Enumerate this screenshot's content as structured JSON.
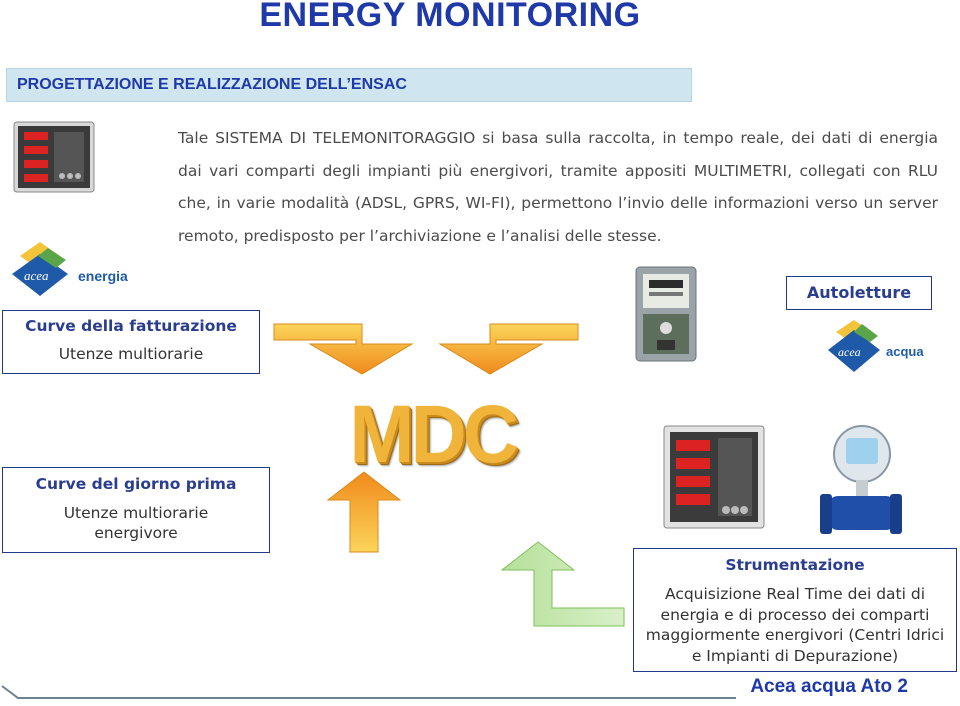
{
  "title": "ENERGY MONITORING",
  "subtitle": "PROGETTAZIONE E REALIZZAZIONE DELL’ENSAC",
  "intro_text": "Tale SISTEMA DI TELEMONITORAGGIO si basa sulla raccolta, in tempo reale, dei dati di energia dai vari comparti degli impianti più energivori, tramite appositi MULTIMETRI, collegati con  RLU che, in varie modalità (ADSL, GPRS, WI-FI), permettono l’invio delle informazioni verso un server remoto, predisposto per l’archiviazione e l’analisi delle stesse.",
  "logos": {
    "energia": {
      "brand": "acea",
      "label": "energia"
    },
    "acqua": {
      "brand": "acea",
      "label": "acqua"
    }
  },
  "boxes": {
    "fatturazione": {
      "heading": "Curve della fatturazione",
      "sub": "Utenze multiorarie"
    },
    "giorno_prima": {
      "heading": "Curve del giorno prima",
      "sub": "Utenze multiorarie energivore"
    },
    "autoletture": {
      "heading": "Autoletture"
    },
    "strumentazione": {
      "heading": "Strumentazione",
      "sub": "Acquisizione Real Time dei dati di energia e di processo dei comparti maggiormente energivori (Centri Idrici e Impianti di Depurazione)"
    }
  },
  "center_label": "MDC",
  "footer": "Acea acqua Ato 2",
  "colors": {
    "title_blue": "#1f3aa8",
    "arrow_orange": "#f5a623",
    "arrow_green": "#8fcf6a",
    "box_border": "#1f3a8a"
  },
  "icons": [
    "multimeter-icon",
    "electricity-meter-icon",
    "flowmeter-icon"
  ]
}
